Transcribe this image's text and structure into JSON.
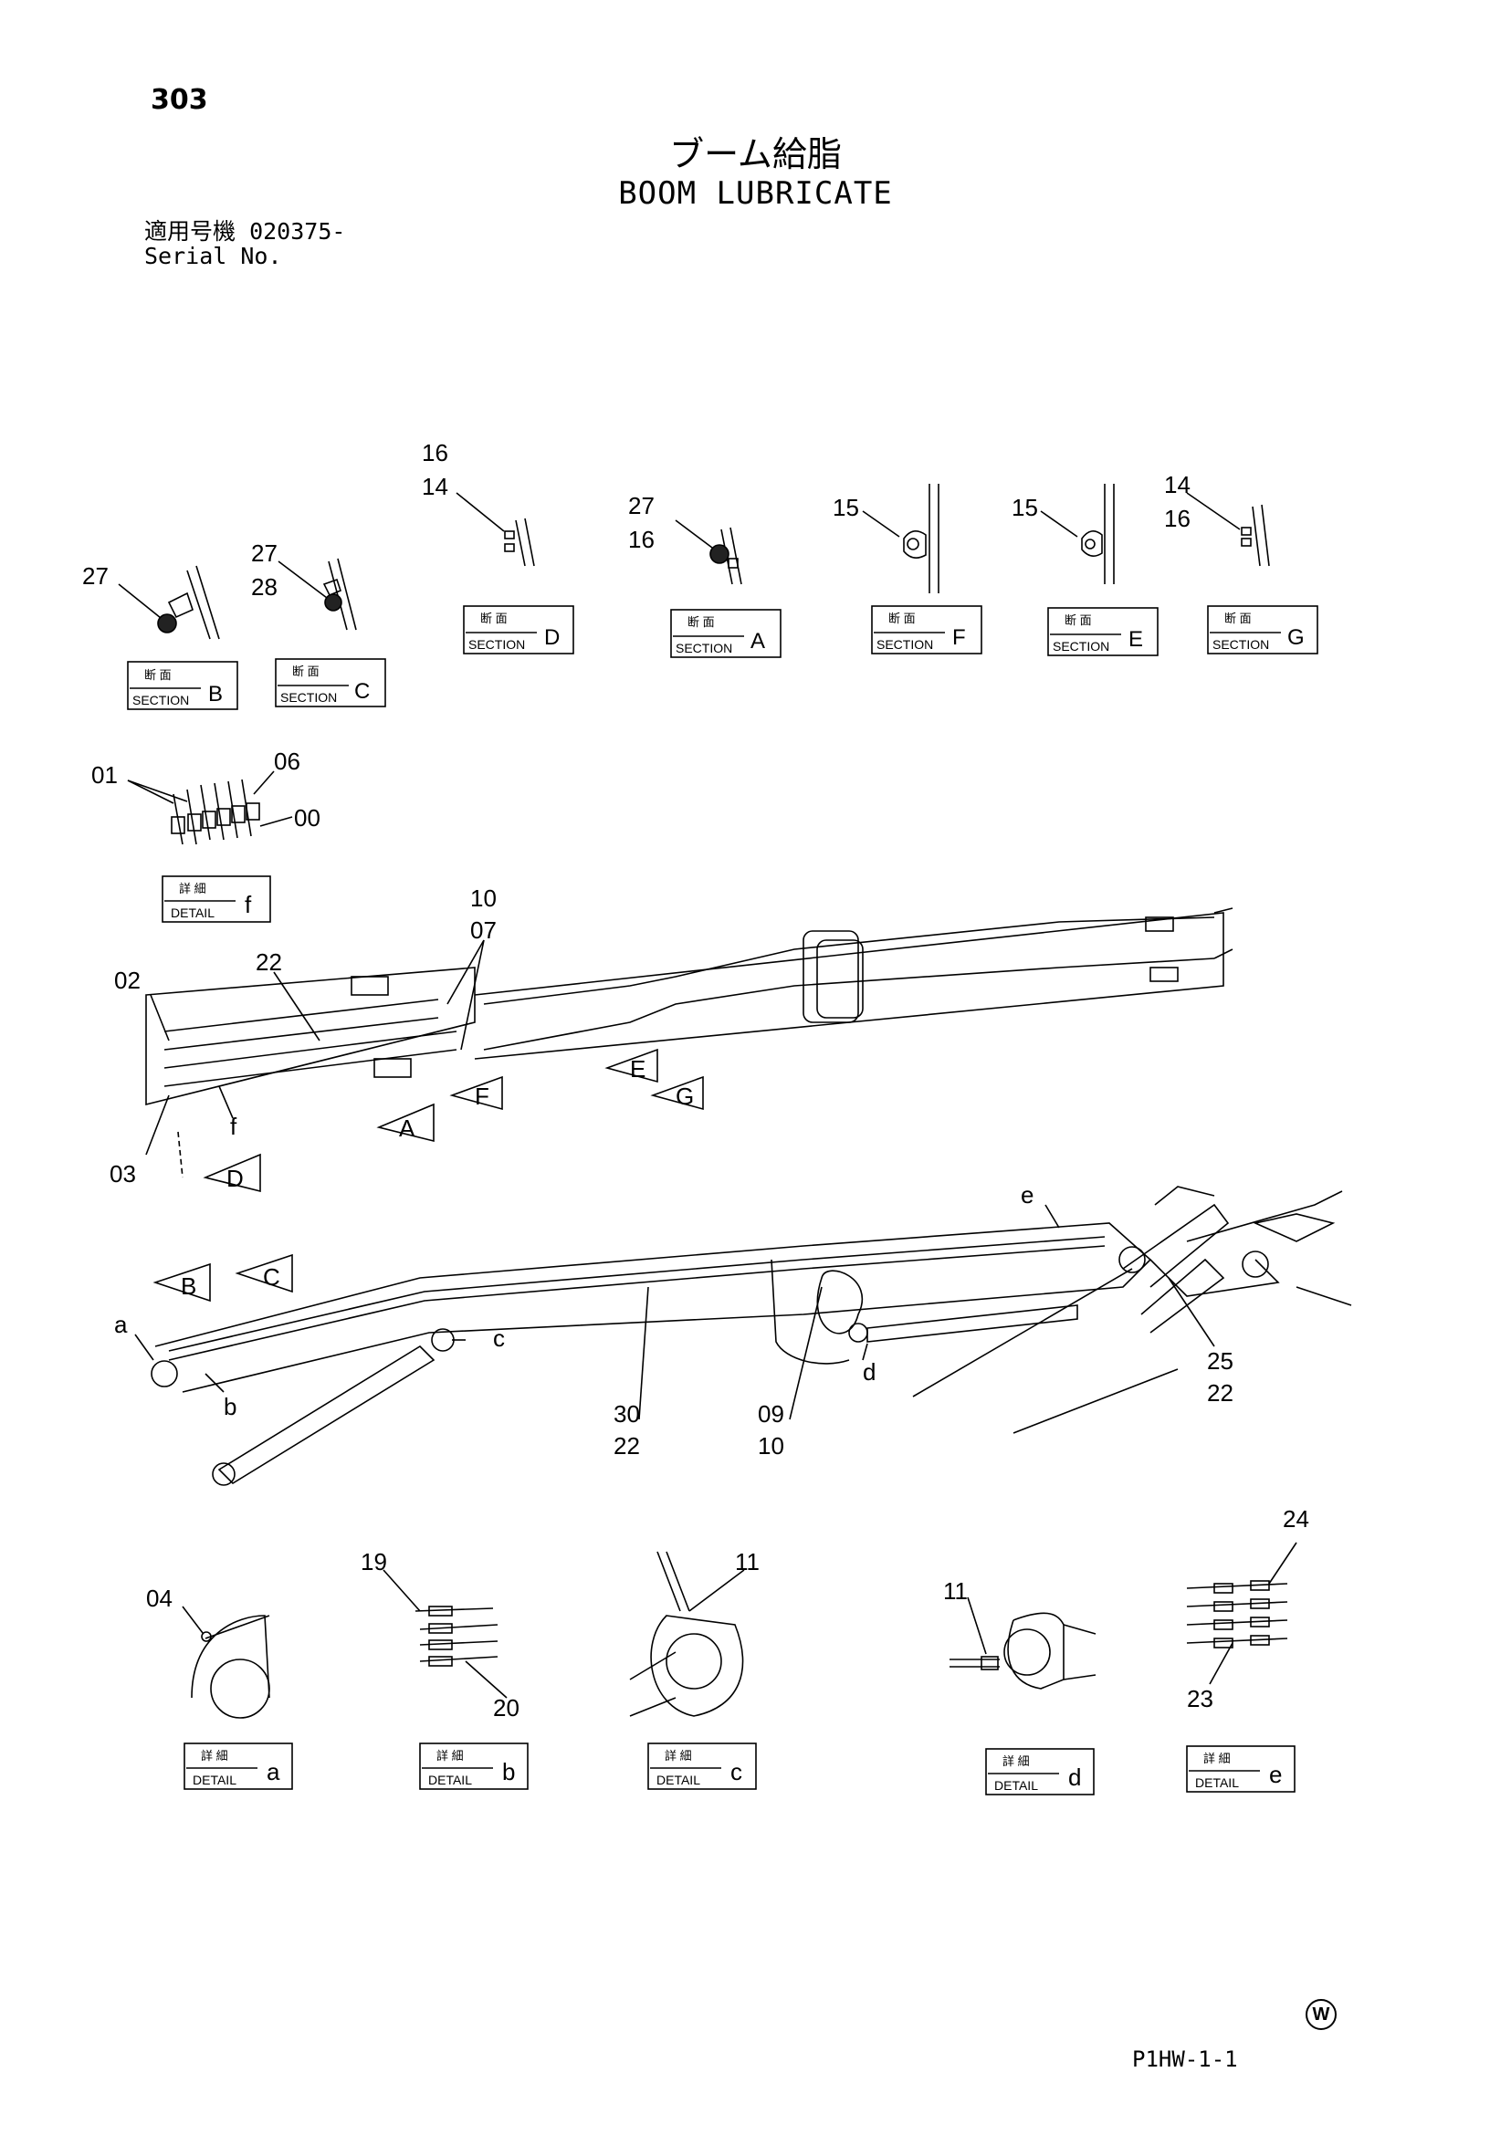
{
  "page": {
    "number": "303",
    "title_jp": "ブーム給脂",
    "title_en": "BOOM LUBRICATE",
    "serial_label_jp": "適用号機",
    "serial_value": "020375-",
    "serial_label_en": "Serial No.",
    "footer_code": "P1HW-1-1",
    "w_mark": "W"
  },
  "label_kinds": {
    "section_jp": "断 面",
    "section_en": "SECTION",
    "detail_jp": "詳 細",
    "detail_en": "DETAIL"
  },
  "sections": [
    "B",
    "C",
    "D",
    "A",
    "F",
    "E",
    "G"
  ],
  "details": [
    "f",
    "a",
    "b",
    "c",
    "d",
    "e"
  ],
  "view_arrows": [
    "A",
    "F",
    "E",
    "G",
    "D",
    "B",
    "C"
  ],
  "part_callouts": {
    "sec_b": "27",
    "sec_c": [
      "27",
      "28"
    ],
    "sec_d": [
      "16",
      "14"
    ],
    "sec_a": [
      "27",
      "16"
    ],
    "sec_f": "15",
    "sec_e": "15",
    "sec_g": [
      "14",
      "16"
    ],
    "det_f": [
      "01",
      "06",
      "00"
    ],
    "boom_top": [
      "10",
      "07",
      "02",
      "22",
      "03",
      "f"
    ],
    "boom_side": [
      "e",
      "a",
      "c",
      "b",
      "d",
      "30",
      "22",
      "09",
      "10",
      "25",
      "22"
    ],
    "det_a": "04",
    "det_b": [
      "19",
      "20"
    ],
    "det_c": "11",
    "det_d": "11",
    "det_e": [
      "24",
      "23"
    ]
  }
}
